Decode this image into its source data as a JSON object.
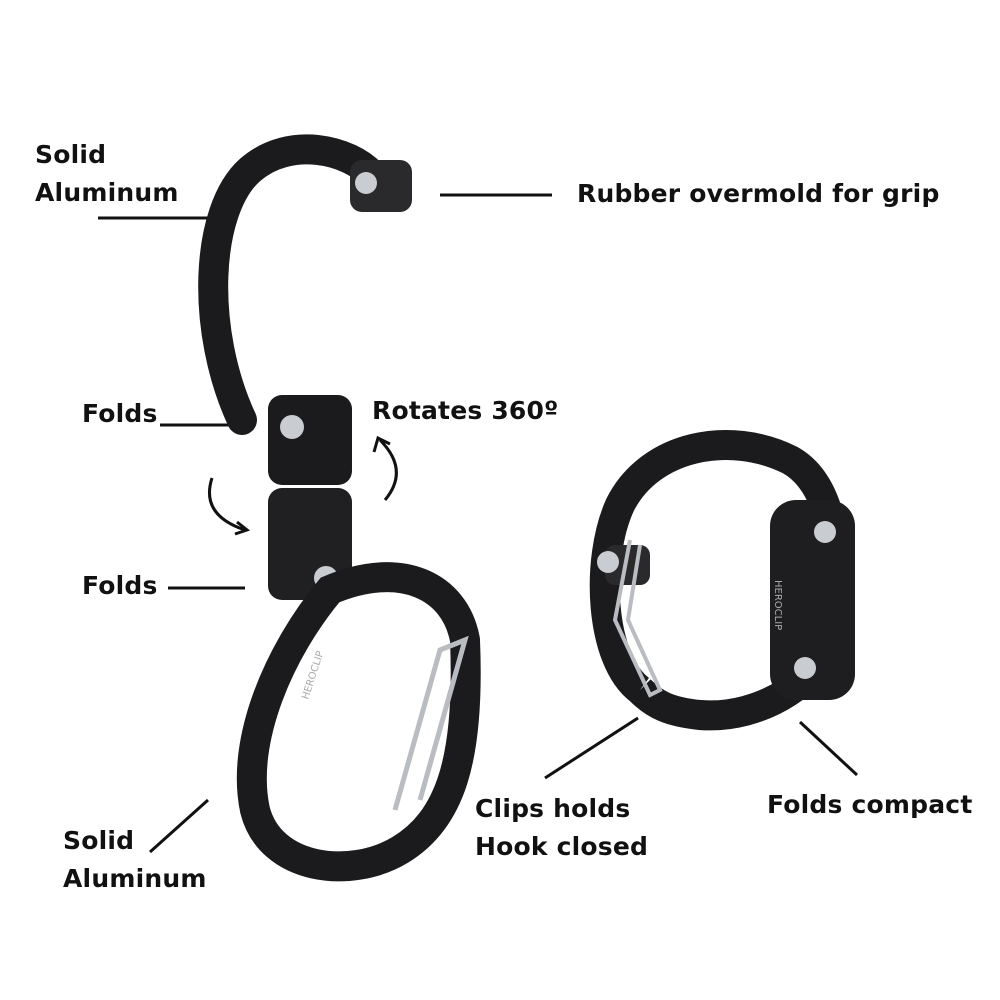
{
  "labels": {
    "top_left_line1": "Solid",
    "top_left_line2": "Aluminum",
    "rubber": "Rubber overmold for grip",
    "folds_upper": "Folds",
    "rotates": "Rotates 360º",
    "folds_lower": "Folds",
    "bottom_left_line1": "Solid",
    "bottom_left_line2": "Aluminum",
    "clips_line1": "Clips holds",
    "clips_line2": "Hook closed",
    "folds_compact": "Folds compact"
  },
  "product": {
    "brand_engraving": "HEROCLIP",
    "color": "#1b1b1d",
    "gate_color": "#b9bcc0"
  }
}
